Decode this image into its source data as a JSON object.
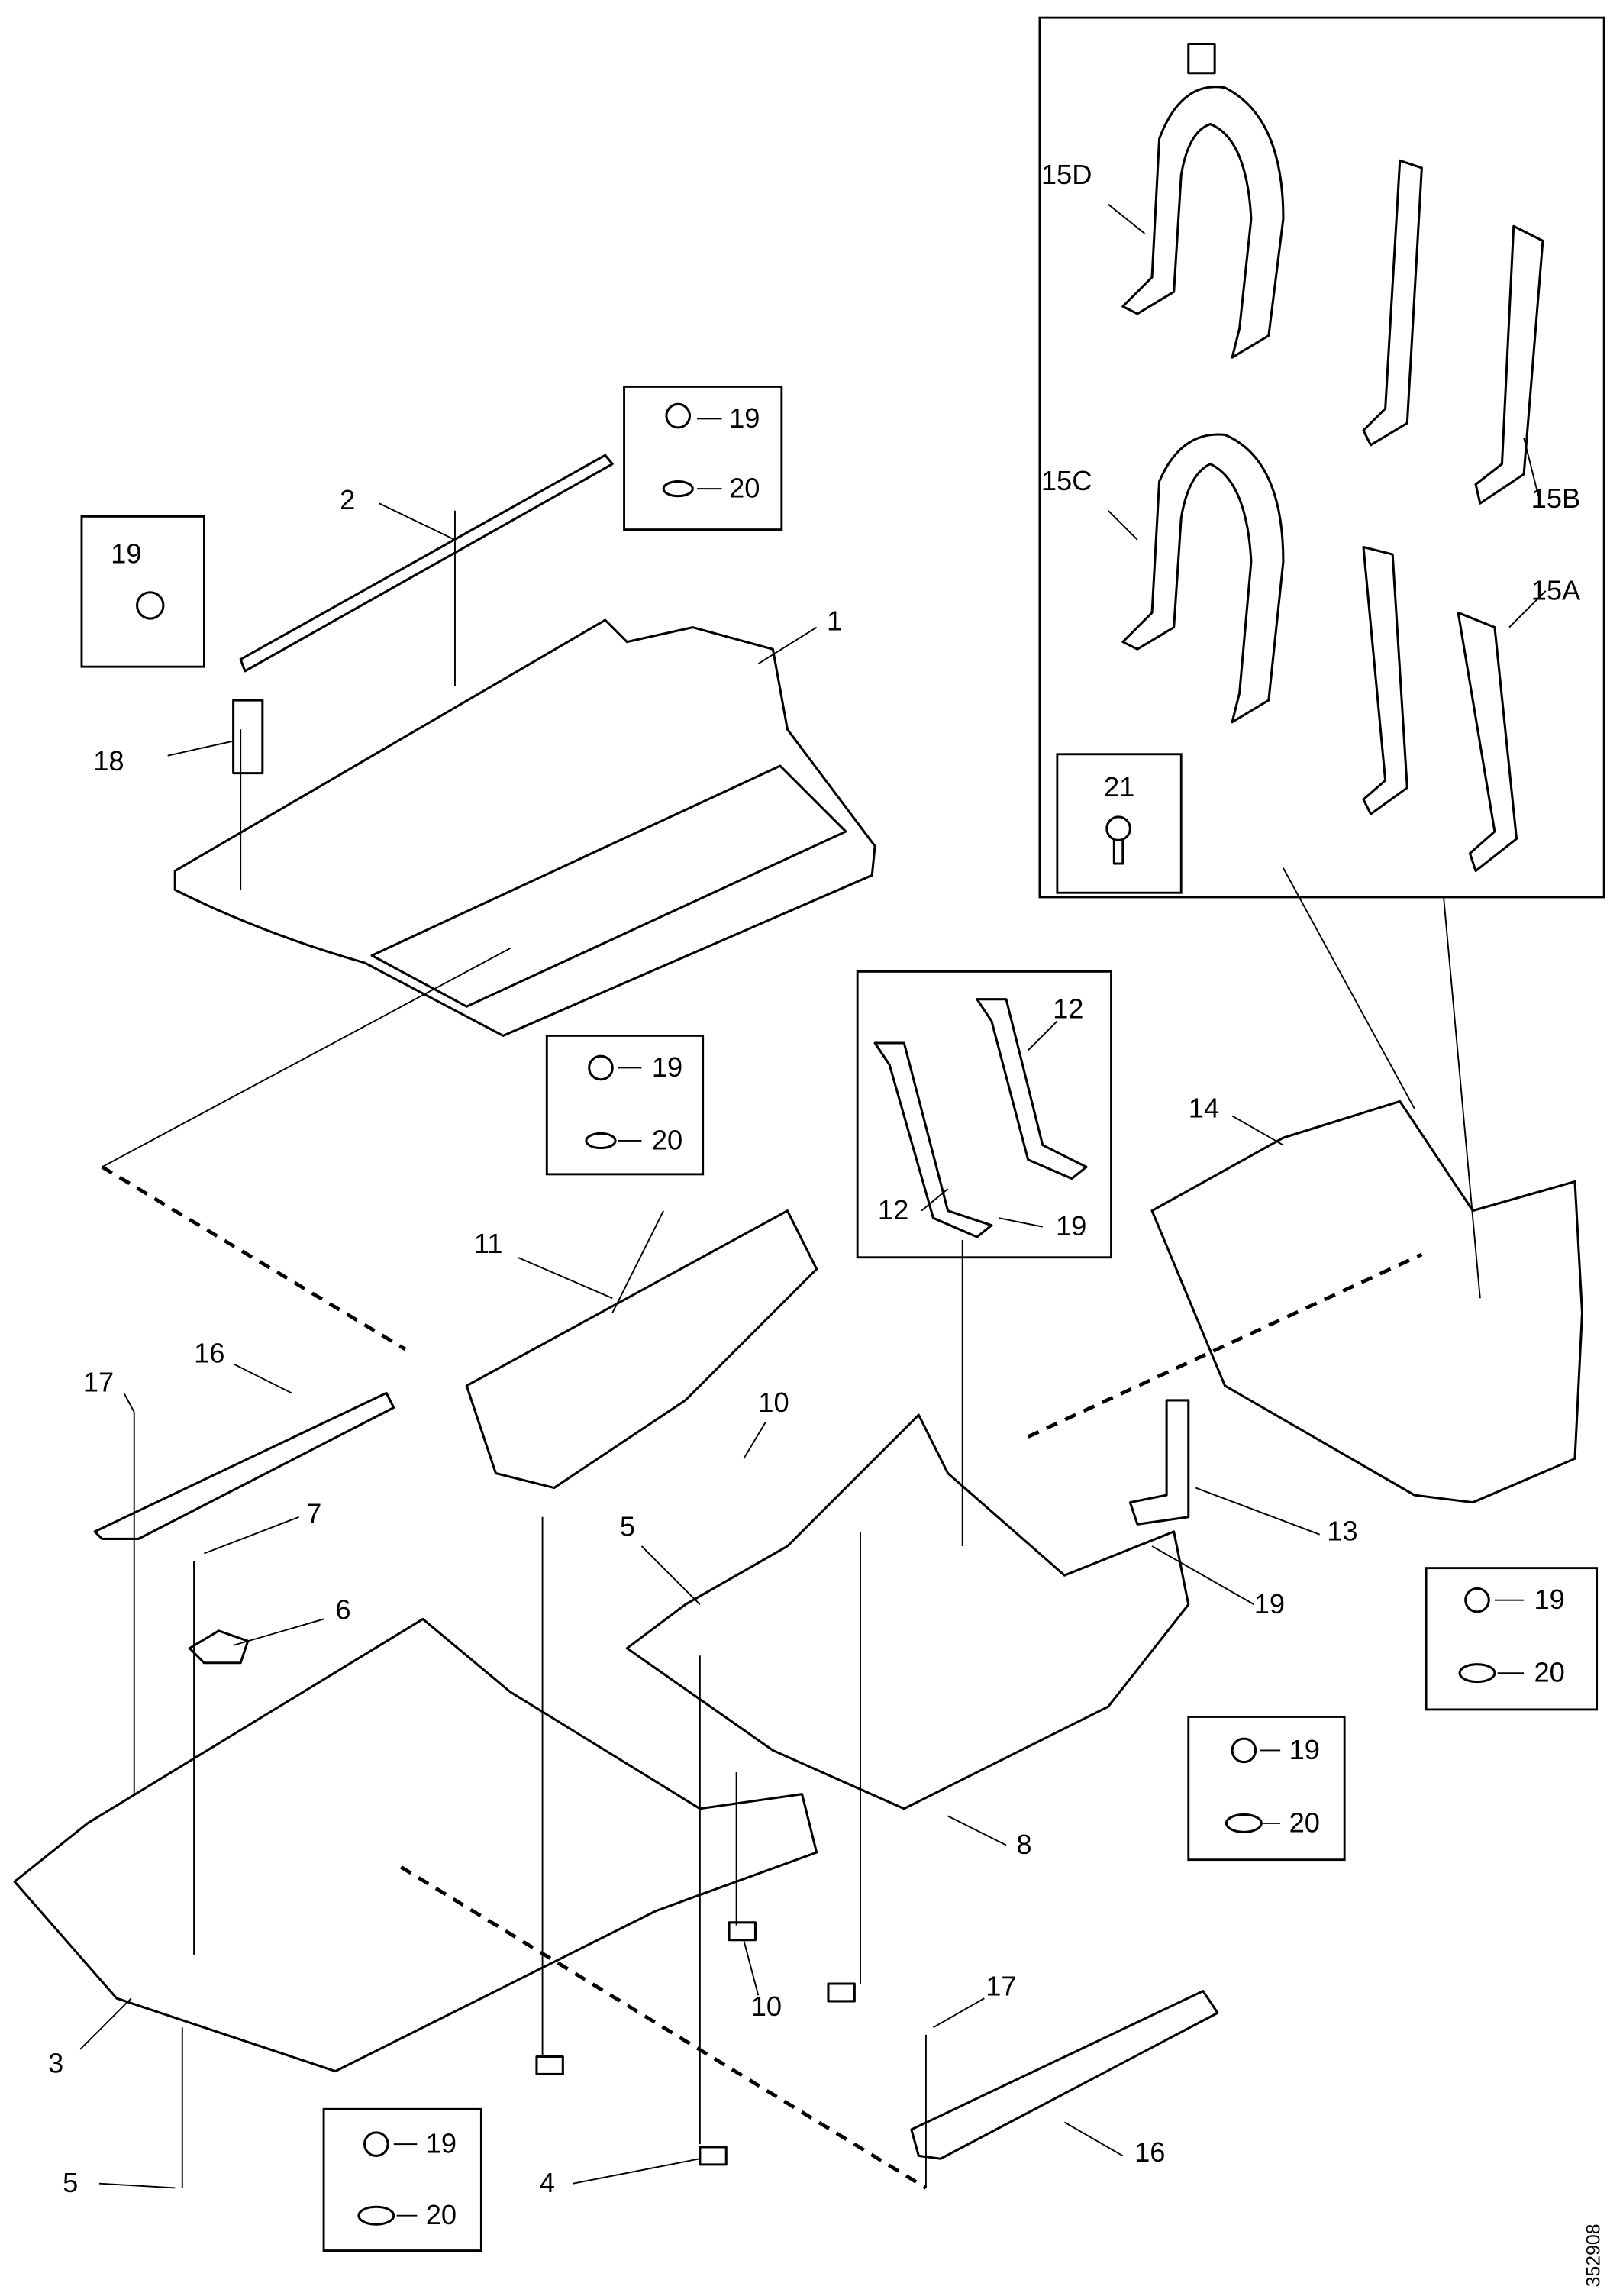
{
  "drawing_number": "352908",
  "callouts": {
    "c15D": "15D",
    "c15C": "15C",
    "c15B": "15B",
    "c15A": "15A",
    "c21": "21",
    "c19a": "19",
    "c20a": "20",
    "c2": "2",
    "c19b": "19",
    "c18": "18",
    "c1": "1",
    "c19c": "19",
    "c20c": "20",
    "c12a": "12",
    "c12b": "12",
    "c19d": "19",
    "c14": "14",
    "c11": "11",
    "c10a": "10",
    "c16a": "16",
    "c17a": "17",
    "c7": "7",
    "c5a": "5",
    "c6": "6",
    "c13": "13",
    "c19e": "19",
    "c19f": "19",
    "c20f": "20",
    "c19g": "19",
    "c20g": "20",
    "c8": "8",
    "c3": "3",
    "c10b": "10",
    "c17b": "17",
    "c16b": "16",
    "c4": "4",
    "c5b": "5",
    "c19h": "19",
    "c20h": "20"
  },
  "colors": {
    "line": "#000000",
    "background": "#ffffff"
  }
}
